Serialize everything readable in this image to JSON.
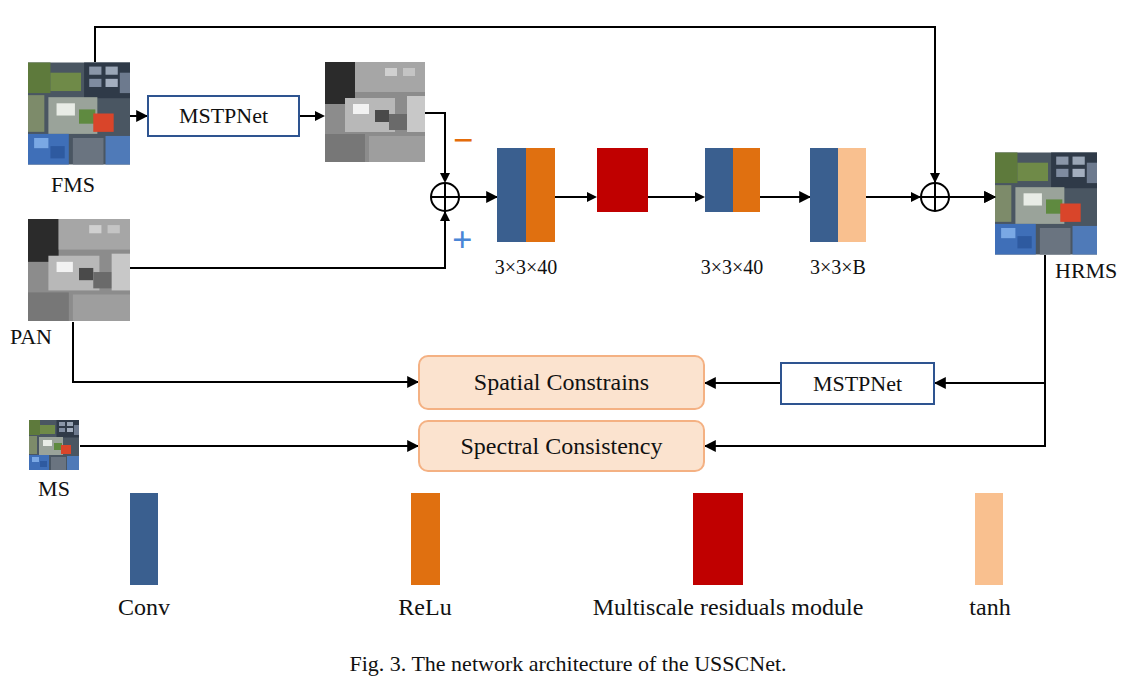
{
  "diagram": {
    "caption": "Fig. 3. The network architecture of the USSCNet.",
    "nodes": [
      {
        "text": [
          "FMS"
        ]
      },
      {
        "text": [
          "MSTPNet"
        ]
      },
      {
        "text": [
          "PAN"
        ]
      },
      {
        "text": [
          "3×3×40"
        ]
      },
      {
        "text": [
          "3×3×40"
        ]
      },
      {
        "text": [
          "3×3×B"
        ]
      },
      {
        "text": [
          "HRMS"
        ]
      },
      {
        "text": [
          "Spatial Constrains"
        ]
      },
      {
        "text": [
          "MSTPNet"
        ]
      },
      {
        "text": [
          "MS"
        ]
      },
      {
        "text": [
          "Spectral Consistency"
        ]
      }
    ],
    "edges": [
      {
        "from": 0,
        "to": 1,
        "arrow": "to"
      },
      {
        "from": 2,
        "to": 3,
        "arrow": "to"
      },
      {
        "from": 4,
        "to": 5,
        "arrow": "to"
      },
      {
        "from": 5,
        "to": 6,
        "arrow": "to"
      },
      {
        "from": 0,
        "to": 6,
        "arrow": "to"
      },
      {
        "from": 2,
        "to": 7,
        "arrow": "to"
      },
      {
        "from": 6,
        "to": 8,
        "arrow": "to"
      },
      {
        "from": 8,
        "to": 7,
        "arrow": "to"
      },
      {
        "from": 9,
        "to": 10,
        "arrow": "to"
      },
      {
        "from": 6,
        "to": 10,
        "arrow": "to"
      }
    ],
    "labels": [
      "−",
      "+"
    ],
    "legend": [
      {
        "text": "Conv",
        "color": "#3a5f8f"
      },
      {
        "text": "ReLu",
        "color": "#e07010"
      },
      {
        "text": "Multiscale residuals module",
        "color": "#c00000"
      },
      {
        "text": "tanh",
        "color": "#f9c08f"
      }
    ]
  }
}
